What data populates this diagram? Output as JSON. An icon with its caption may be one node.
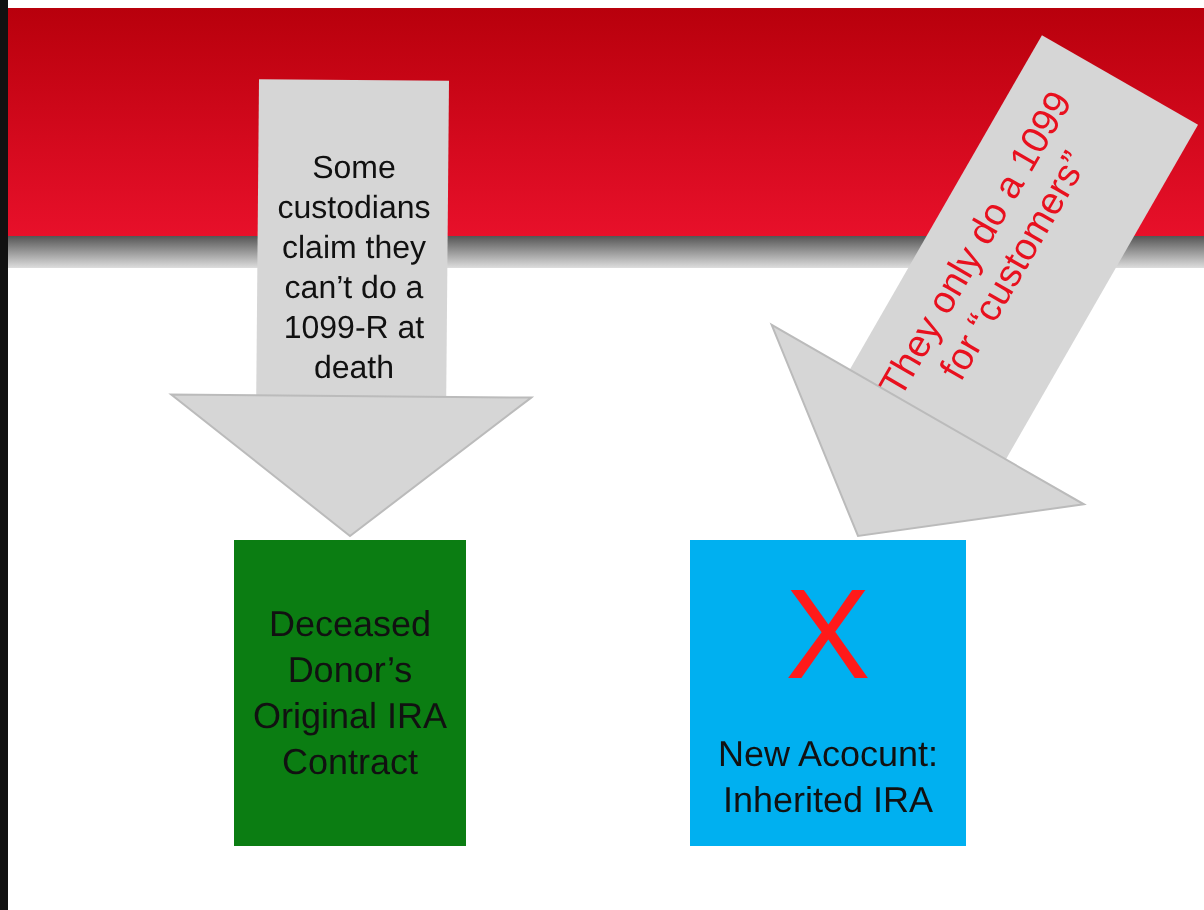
{
  "diagram": {
    "nodes": [
      {
        "text": [
          "Deceased Donor’s Original IRA Contract"
        ]
      },
      {
        "text": [
          "X",
          "New Acocunt: Inherited IRA"
        ]
      }
    ],
    "edges": [
      {
        "from": null,
        "to": 0,
        "arrow": "to",
        "label": "Some custodians claim they can’t do a 1099-R at death"
      },
      {
        "from": null,
        "to": 1,
        "arrow": "to",
        "label": "They only do a 1099 for “customers”"
      }
    ]
  }
}
